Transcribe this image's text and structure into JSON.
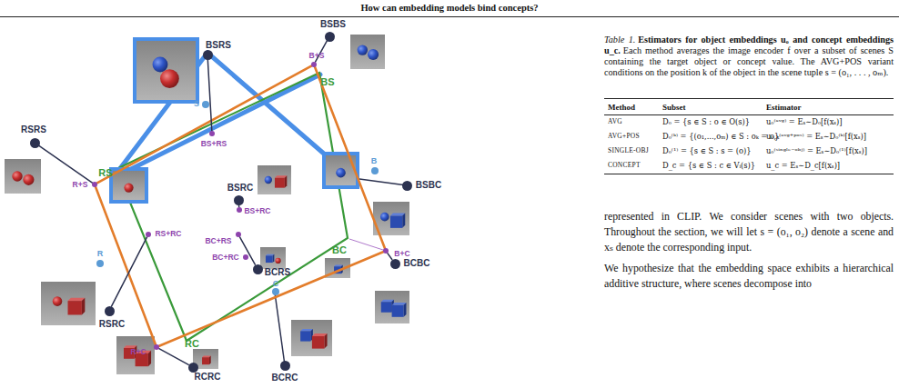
{
  "diagram": {
    "title": "How can embedding models bind concepts?",
    "nodes": [
      {
        "text": [
          "BSRS"
        ]
      },
      {
        "text": [
          "BSBS"
        ]
      },
      {
        "text": [
          "B+S"
        ]
      },
      {
        "text": [
          "S"
        ]
      },
      {
        "text": [
          "BS+RS"
        ]
      },
      {
        "text": [
          "RSRS"
        ]
      },
      {
        "text": [
          "R+S"
        ]
      },
      {
        "text": [
          "B"
        ]
      },
      {
        "text": [
          "BSRC"
        ]
      },
      {
        "text": [
          "BSBC"
        ]
      },
      {
        "text": [
          "BS+RC"
        ]
      },
      {
        "text": [
          "BC+RS"
        ]
      },
      {
        "text": [
          "RS+RC"
        ]
      },
      {
        "text": [
          "BC+RC"
        ]
      },
      {
        "text": [
          "B+C"
        ]
      },
      {
        "text": [
          "R"
        ]
      },
      {
        "text": [
          "BCRS"
        ]
      },
      {
        "text": [
          "C"
        ]
      },
      {
        "text": [
          "BCBC"
        ]
      },
      {
        "text": [
          "RSRC"
        ]
      },
      {
        "text": [
          "R+C"
        ]
      },
      {
        "text": [
          "RCRC"
        ]
      },
      {
        "text": [
          "BCRC"
        ]
      }
    ],
    "edges": [
      {
        "from": 6,
        "to": 2,
        "arrow": "none"
      },
      {
        "from": 2,
        "to": 14,
        "arrow": "none"
      },
      {
        "from": 14,
        "to": 20,
        "arrow": "none"
      },
      {
        "from": 20,
        "to": 6,
        "arrow": "none"
      },
      {
        "from": 0,
        "to": 4,
        "arrow": "none"
      },
      {
        "from": 1,
        "to": 2,
        "arrow": "none"
      },
      {
        "from": 5,
        "to": 6,
        "arrow": "none"
      },
      {
        "from": 8,
        "to": 10,
        "arrow": "none"
      },
      {
        "from": 16,
        "to": 11,
        "arrow": "none"
      },
      {
        "from": 18,
        "to": 14,
        "arrow": "none"
      },
      {
        "from": 19,
        "to": 12,
        "arrow": "none"
      },
      {
        "from": 21,
        "to": 20,
        "arrow": "none"
      }
    ],
    "labels": [
      "BS",
      "RS",
      "BC",
      "RC",
      "Table 1.",
      "Estimators for object embeddings uₒ and concept embeddings u_c.",
      "Each method averages the image encoder f over a subset of scenes S containing the target object or concept value. The AVG+POS variant conditions on the position k of the object in the scene tuple s = (o₁, . . . , oₘ).",
      "Method",
      "Subset",
      "Estimator",
      "AVG",
      "Dₒ = {s ∈ S : o ∈ O(s)}",
      "uₒ⁽ᵃᵛᵍ⁾ = Eₛ∼Dₒ[f(xₛ)]",
      "AVG+POS",
      "Dₒ⁽ᵏ⁾ = {(o₁,...,oₘ) ∈ S : oₖ = o}",
      "uₒ,ₖ⁽ᵃᵛᵍ⁺ᵖᵒˢ⁾ = Eₛ∼Dₒ⁽ᵏ⁾[f(xₛ)]",
      "SINGLE-OBJ",
      "Dₒ⁽¹⁾ = {s ∈ S : s = (o)}",
      "uₒ⁽ˢⁱⁿᵍˡᵉ⁻ᵒᵇʲ⁾ = Eₛ∼Dₒ⁽¹⁾[f(xₛ)]",
      "CONCEPT",
      "D_c = {s ∈ S : c ∈ Vᵢ(s)}",
      "u_c = Eₛ∼D_c[f(xₛ)]",
      "represented in CLIP. We consider scenes with two objects. Throughout the section, we will let s = (o₁, o₂) denote a scene and xₛ denote the corresponding input.",
      "We hypothesize that the embedding space exhibits a hierarchical additive structure, where scenes decompose into"
    ]
  }
}
